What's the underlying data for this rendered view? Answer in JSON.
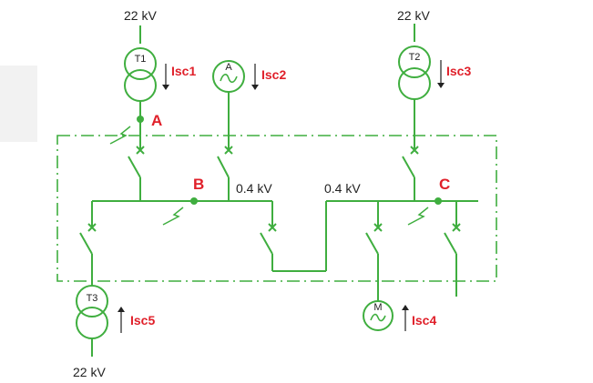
{
  "sources": {
    "t1": {
      "label": "T1",
      "voltage": "22 kV",
      "current": "Isc1"
    },
    "a": {
      "label": "A",
      "current": "Isc2"
    },
    "t2": {
      "label": "T2",
      "voltage": "22 kV",
      "current": "Isc3"
    },
    "t3": {
      "label": "T3",
      "voltage": "22 kV",
      "current": "Isc5"
    },
    "m": {
      "label": "M",
      "current": "Isc4"
    }
  },
  "nodes": {
    "a": "A",
    "b": "B",
    "c": "C"
  },
  "busbars": {
    "left_voltage": "0.4 kV",
    "right_voltage": "0.4 kV"
  },
  "colors": {
    "line": "#3fae3f",
    "label": "#e0202a",
    "text": "#222222"
  }
}
